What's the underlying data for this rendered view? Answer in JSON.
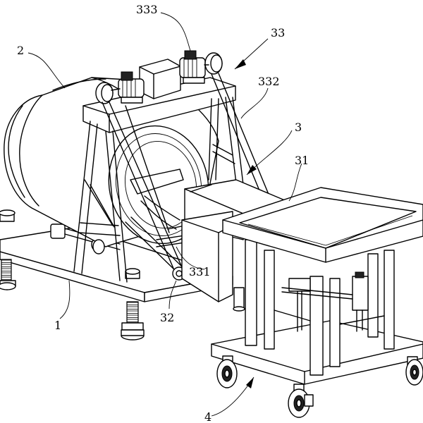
{
  "labels": {
    "l1": "1",
    "l2": "2",
    "l3": "3",
    "l4": "4",
    "l31": "31",
    "l32": "32",
    "l33": "33",
    "l331": "331",
    "l332": "332",
    "l333": "333"
  }
}
